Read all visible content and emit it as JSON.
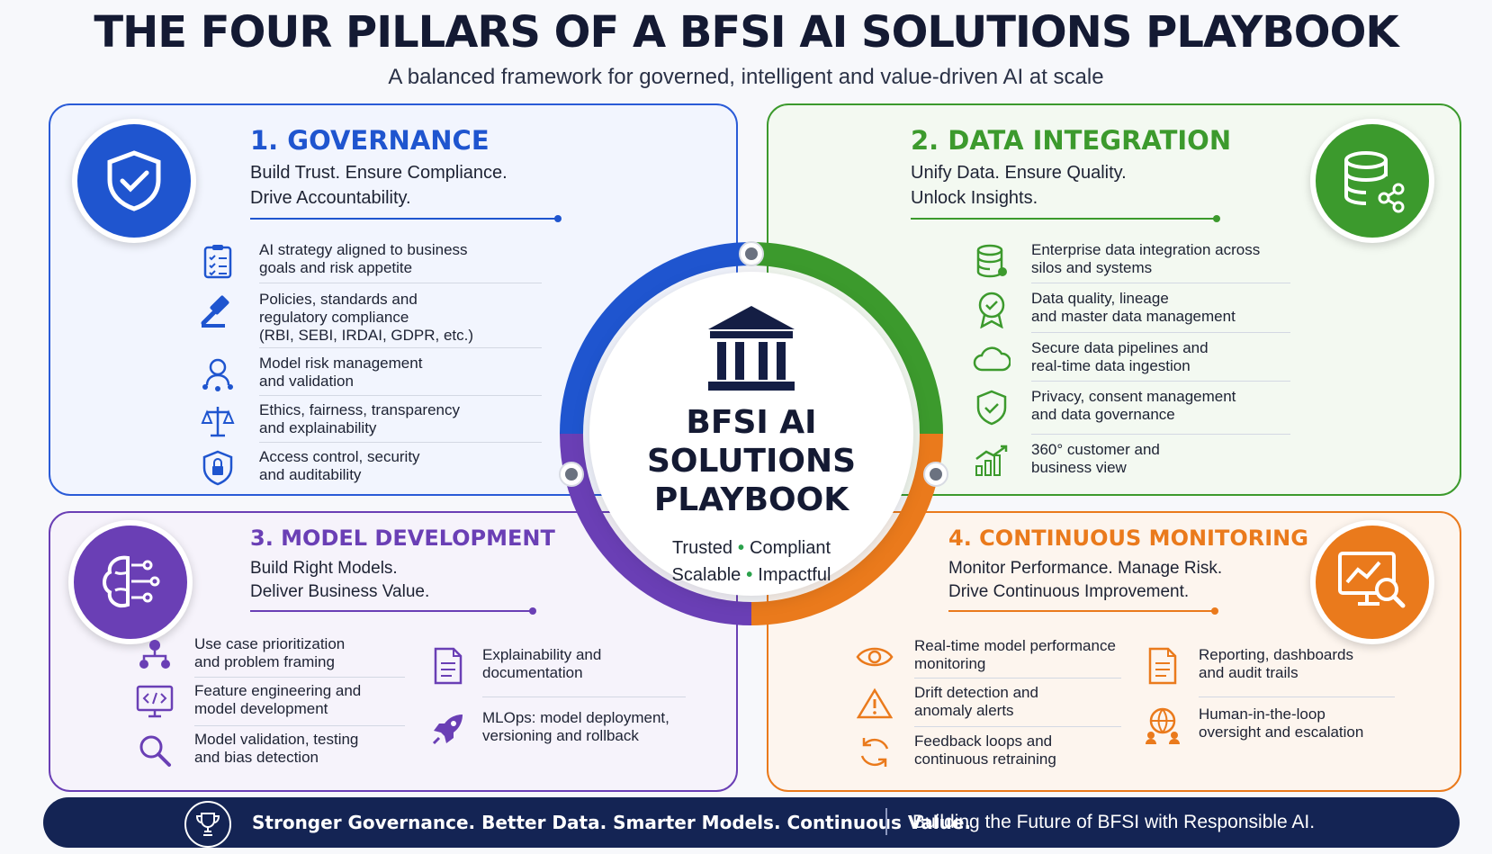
{
  "header": {
    "title": "THE FOUR PILLARS OF A BFSI AI SOLUTIONS PLAYBOOK",
    "subtitle": "A balanced framework for governed, intelligent and value-driven AI at scale"
  },
  "center": {
    "title_line1": "BFSI AI",
    "title_line2": "SOLUTIONS",
    "title_line3": "PLAYBOOK",
    "tag1": "Trusted",
    "tag2": "Compliant",
    "tag3": "Scalable",
    "tag4": "Impactful",
    "separator": "•",
    "icon": "bank-building-icon"
  },
  "colors": {
    "governance": "#1f55cf",
    "data": "#3c9a2d",
    "model": "#6a3fb5",
    "monitoring": "#ea7a1c",
    "footer": "#142454"
  },
  "governance": {
    "heading": "1. GOVERNANCE",
    "tag_line1": "Build Trust. Ensure Compliance.",
    "tag_line2": "Drive Accountability.",
    "icon": "shield-check-icon",
    "items": [
      {
        "icon": "clipboard-checklist-icon",
        "text": "AI strategy aligned to business\ngoals and risk appetite"
      },
      {
        "icon": "gavel-icon",
        "text": "Policies, standards and\nregulatory compliance\n(RBI, SEBI, IRDAI, GDPR, etc.)"
      },
      {
        "icon": "user-network-icon",
        "text": "Model risk management\nand validation"
      },
      {
        "icon": "scales-icon",
        "text": "Ethics, fairness, transparency\nand explainability"
      },
      {
        "icon": "shield-lock-icon",
        "text": "Access control, security\nand auditability"
      }
    ]
  },
  "data_integration": {
    "heading": "2. DATA INTEGRATION",
    "tag_line1": "Unify Data. Ensure Quality.",
    "tag_line2": "Unlock Insights.",
    "icon": "database-share-icon",
    "items": [
      {
        "icon": "database-icon",
        "text": "Enterprise data integration across\nsilos and systems"
      },
      {
        "icon": "quality-badge-icon",
        "text": "Data quality, lineage\nand master data management"
      },
      {
        "icon": "cloud-icon",
        "text": "Secure data pipelines and\nreal-time data ingestion"
      },
      {
        "icon": "shield-check-icon",
        "text": "Privacy, consent management\nand data governance"
      },
      {
        "icon": "growth-chart-icon",
        "text": "360° customer and\nbusiness view"
      }
    ]
  },
  "model_development": {
    "heading": "3. MODEL DEVELOPMENT",
    "tag_line1": "Build Right Models.",
    "tag_line2": "Deliver Business Value.",
    "icon": "brain-circuit-icon",
    "items": [
      {
        "icon": "hierarchy-users-icon",
        "text": "Use case prioritization\nand problem framing"
      },
      {
        "icon": "code-monitor-icon",
        "text": "Feature engineering and\nmodel development"
      },
      {
        "icon": "magnifier-icon",
        "text": "Model validation, testing\nand bias detection"
      },
      {
        "icon": "document-icon",
        "text": "Explainability and\ndocumentation"
      },
      {
        "icon": "rocket-icon",
        "text": "MLOps: model deployment,\nversioning and rollback"
      }
    ]
  },
  "continuous_monitoring": {
    "heading": "4. CONTINUOUS MONITORING",
    "tag_line1": "Monitor Performance. Manage Risk.",
    "tag_line2": "Drive Continuous Improvement.",
    "icon": "monitor-analytics-icon",
    "items": [
      {
        "icon": "eye-icon",
        "text": "Real-time model performance\nmonitoring"
      },
      {
        "icon": "warning-icon",
        "text": "Drift detection and\nanomaly alerts"
      },
      {
        "icon": "refresh-icon",
        "text": "Feedback loops and\ncontinuous retraining"
      },
      {
        "icon": "report-icon",
        "text": "Reporting, dashboards\nand audit trails"
      },
      {
        "icon": "globe-users-icon",
        "text": "Human-in-the-loop\noversight and escalation"
      }
    ]
  },
  "footer": {
    "left": "Stronger Governance. Better Data. Smarter Models. Continuous Value.",
    "right": "Building the Future of BFSI with Responsible AI.",
    "icon": "trophy-icon"
  }
}
